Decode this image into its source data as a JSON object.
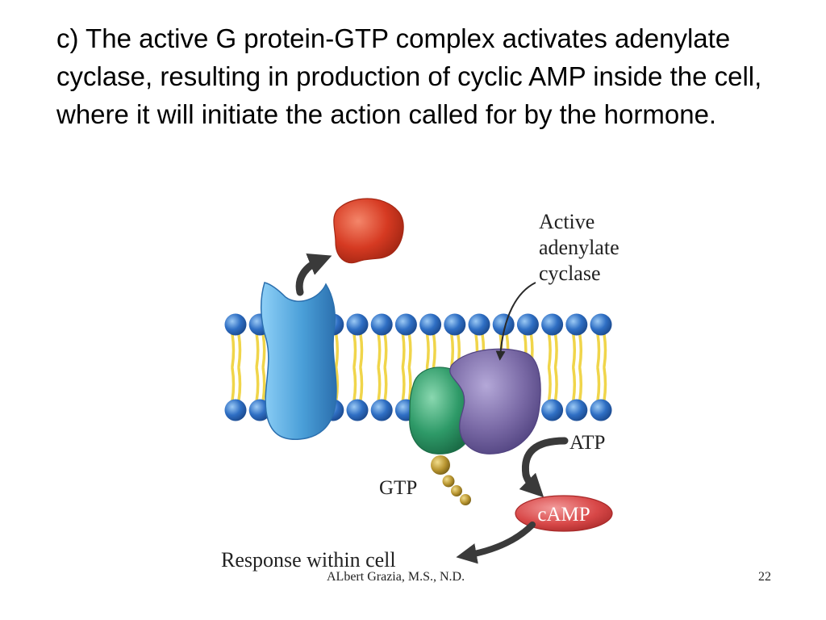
{
  "slide": {
    "text": "c) The active G protein-GTP complex activates adenylate cyclase, resulting in production of cyclic AMP inside the cell, where it will initiate the action called for by the hormone.",
    "author": "ALbert Grazia, M.S., N.D.",
    "number": "22"
  },
  "diagram": {
    "labels": {
      "active": "Active",
      "adenylate": "adenylate",
      "cyclase": "cyclase",
      "atp": "ATP",
      "camp": "cAMP",
      "gtp": "GTP",
      "response": "Response within cell"
    },
    "colors": {
      "hormone": "#d63a22",
      "receptor": "#4a9fd8",
      "g_protein": "#2e9a68",
      "adenylate_cyclase": "#7a6aa6",
      "gtp_beads": "#b89530",
      "camp_oval": "#d84848",
      "lipid_head": "#2f6fc4",
      "lipid_tail": "#f0d54a",
      "arrow": "#3a3a3a"
    }
  }
}
